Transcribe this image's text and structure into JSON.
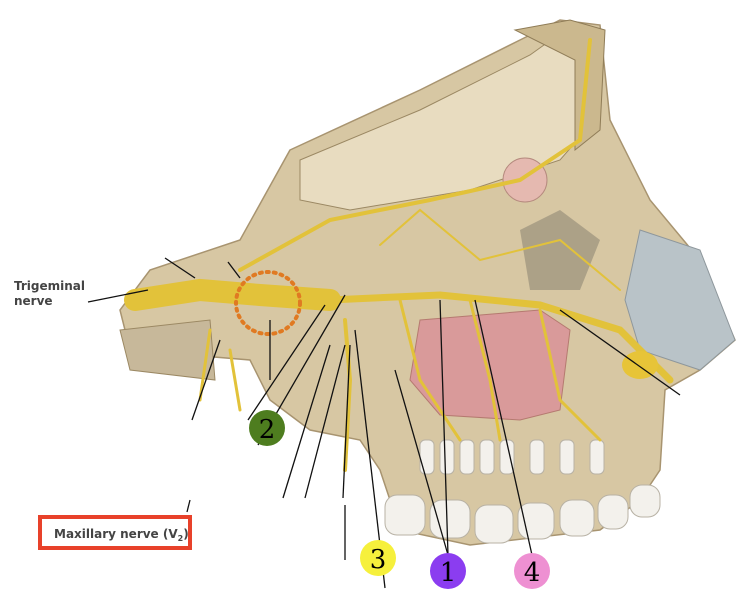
{
  "labels": {
    "trigeminal_line1": "Trigeminal",
    "trigeminal_line2": "nerve",
    "maxillary_prefix": "Maxillary nerve (V",
    "maxillary_sub": "2",
    "maxillary_suffix": ")"
  },
  "markers": [
    {
      "number": "2",
      "color": "#4e7d1f"
    },
    {
      "number": "3",
      "color": "#f6f03c"
    },
    {
      "number": "1",
      "color": "#8b3df0"
    },
    {
      "number": "4",
      "color": "#ee90d2"
    }
  ],
  "highlight": {
    "box_color": "#e8412a",
    "ring_color": "#e07a22"
  }
}
